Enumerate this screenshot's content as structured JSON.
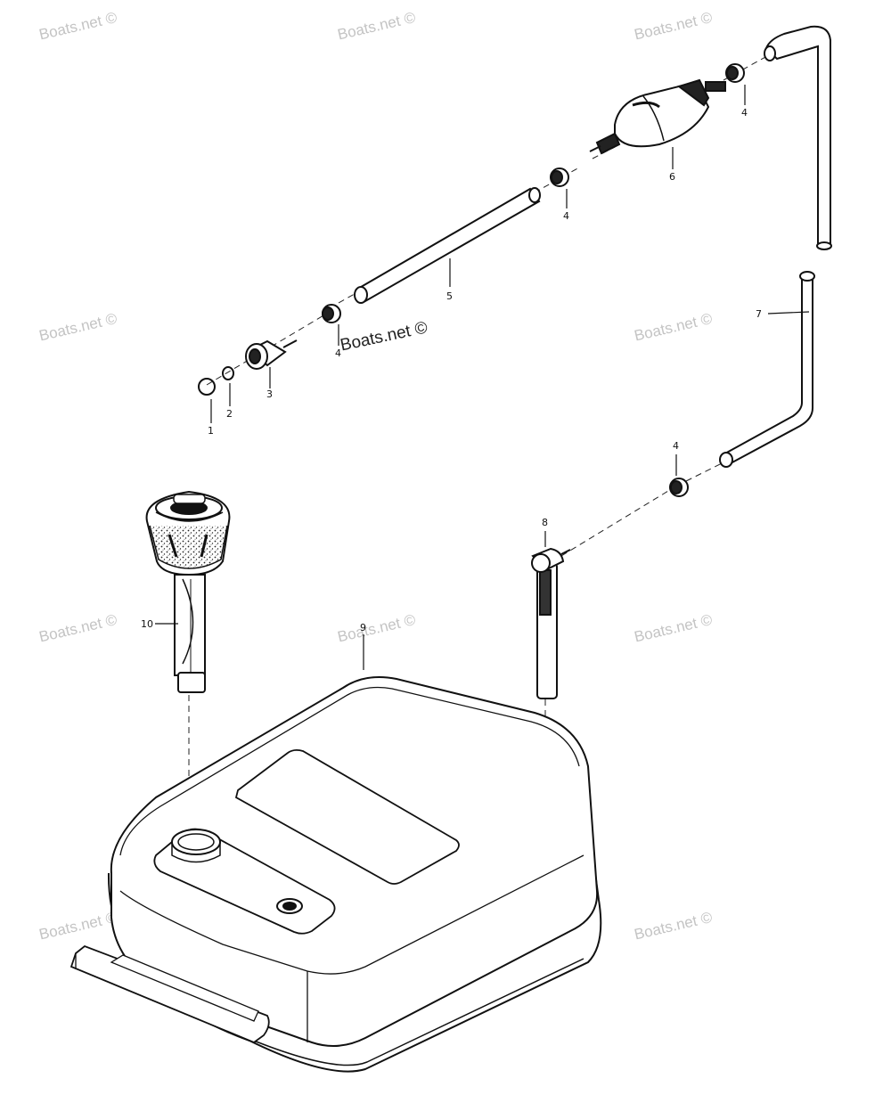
{
  "watermark_text": "Boats.net ©",
  "watermark_prominent": "Boats.net ©",
  "callouts": {
    "c1": "1",
    "c2": "2",
    "c3": "3",
    "c4a": "4",
    "c4b": "4",
    "c4c": "4",
    "c4d": "4",
    "c5": "5",
    "c6": "6",
    "c7": "7",
    "c8": "8",
    "c9": "9",
    "c10": "10"
  }
}
